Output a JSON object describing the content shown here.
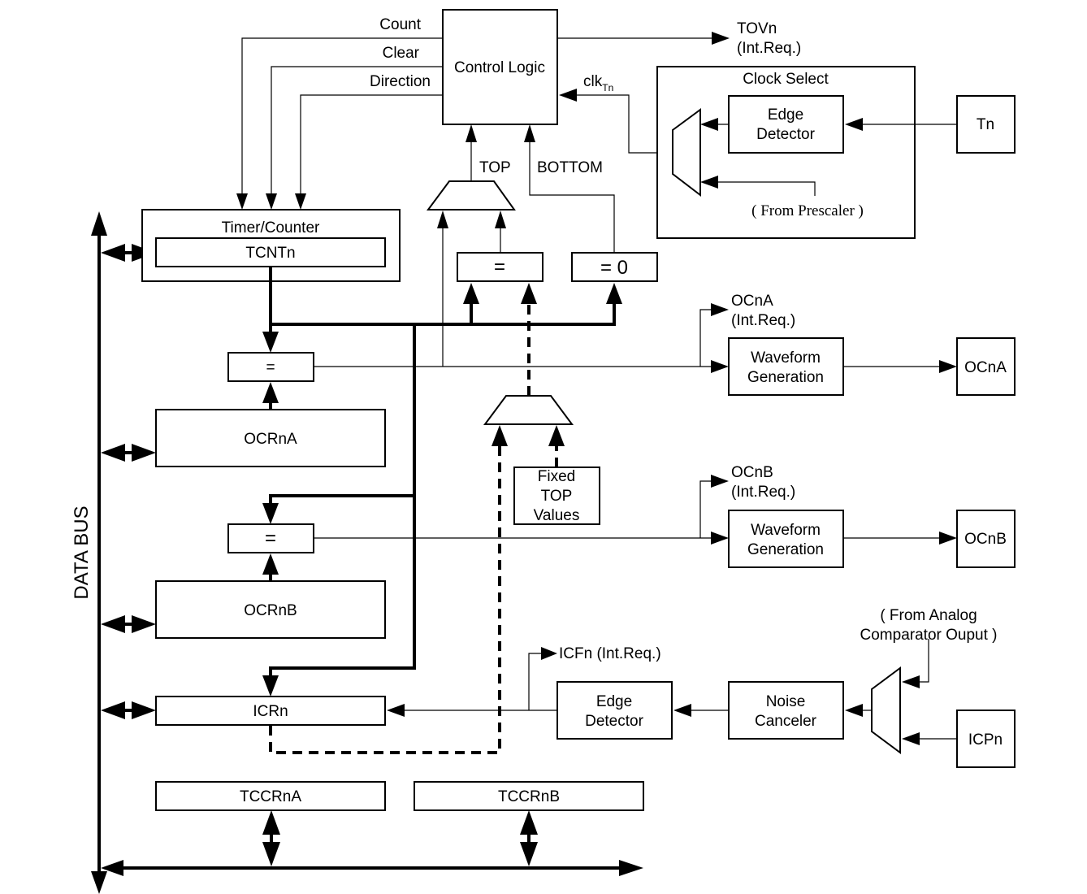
{
  "diagram": {
    "data_bus": "DATA BUS",
    "control_logic": "Control Logic",
    "signals": {
      "count": "Count",
      "clear": "Clear",
      "direction": "Direction",
      "tovn": "TOVn",
      "tovn_req": "(Int.Req.)",
      "clk": "clk",
      "clk_sub": "Tn",
      "top": "TOP",
      "bottom": "BOTTOM",
      "ocna_flag": "OCnA",
      "ocna_req": "(Int.Req.)",
      "ocnb_flag": "OCnB",
      "ocnb_req": "(Int.Req.)",
      "icfn": "ICFn (Int.Req.)"
    },
    "clock_select": {
      "title": "Clock Select",
      "edge_detector": [
        "Edge",
        "Detector"
      ],
      "from_prescaler": "( From Prescaler )",
      "tn": "Tn"
    },
    "timer_counter": {
      "title": "Timer/Counter",
      "tcntn": "TCNTn"
    },
    "comparators": {
      "eq_top": "=",
      "eq_zero": "= 0",
      "eq_a": "=",
      "eq_b": "="
    },
    "registers": {
      "ocrna": "OCRnA",
      "ocrnb": "OCRnB",
      "icrn": "ICRn",
      "tccrna": "TCCRnA",
      "tccrnb": "TCCRnB"
    },
    "fixed_top": [
      "Fixed",
      "TOP",
      "Values"
    ],
    "waveform_a": [
      "Waveform",
      "Generation"
    ],
    "waveform_b": [
      "Waveform",
      "Generation"
    ],
    "outputs": {
      "ocna": "OCnA",
      "ocnb": "OCnB",
      "icpn": "ICPn"
    },
    "input_capture": {
      "edge_detector": [
        "Edge",
        "Detector"
      ],
      "noise_canceler": [
        "Noise",
        "Canceler"
      ],
      "analog_comp": [
        "( From Analog",
        "Comparator Ouput )"
      ]
    }
  }
}
